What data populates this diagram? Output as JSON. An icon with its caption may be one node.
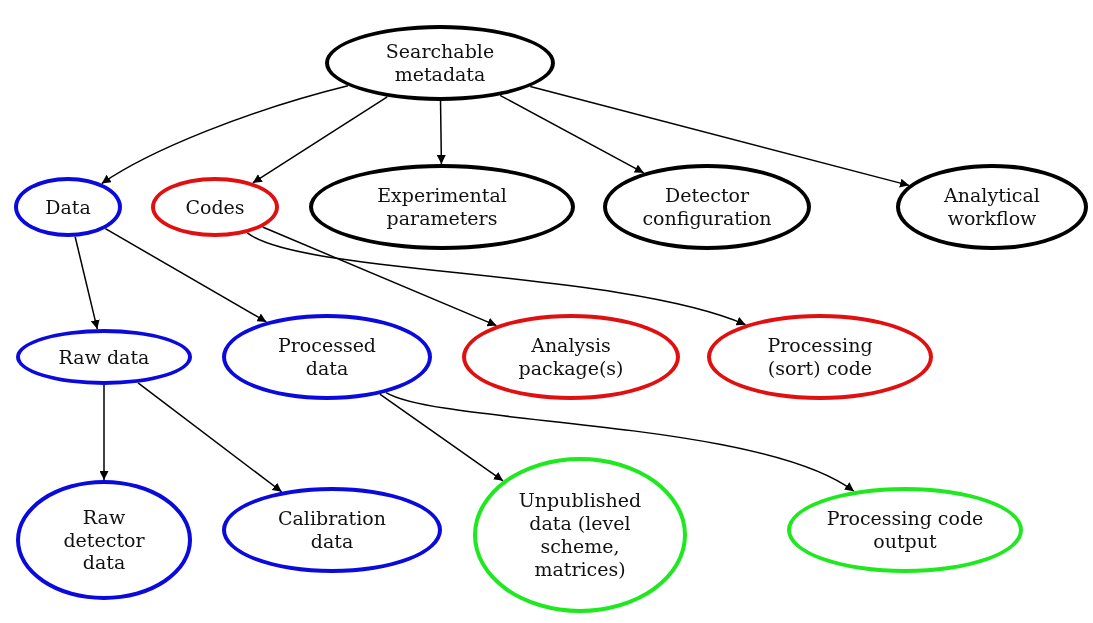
{
  "diagram": {
    "nodes": [
      {
        "text": [
          "Searchable metadata"
        ]
      },
      {
        "text": [
          "Data"
        ]
      },
      {
        "text": [
          "Codes"
        ]
      },
      {
        "text": [
          "Experimental parameters"
        ]
      },
      {
        "text": [
          "Detector configuration"
        ]
      },
      {
        "text": [
          "Analytical workflow"
        ]
      },
      {
        "text": [
          "Raw data"
        ]
      },
      {
        "text": [
          "Processed data"
        ]
      },
      {
        "text": [
          "Analysis package(s)"
        ]
      },
      {
        "text": [
          "Processing (sort) code"
        ]
      },
      {
        "text": [
          "Raw detector data"
        ]
      },
      {
        "text": [
          "Calibration data"
        ]
      },
      {
        "text": [
          "Unpublished data (level scheme, matrices)"
        ]
      },
      {
        "text": [
          "Processing code output"
        ]
      }
    ],
    "edges": [
      {
        "from": 0,
        "to": 1,
        "arrow": "to"
      },
      {
        "from": 0,
        "to": 2,
        "arrow": "to"
      },
      {
        "from": 0,
        "to": 3,
        "arrow": "to"
      },
      {
        "from": 0,
        "to": 4,
        "arrow": "to"
      },
      {
        "from": 0,
        "to": 5,
        "arrow": "to"
      },
      {
        "from": 1,
        "to": 6,
        "arrow": "to"
      },
      {
        "from": 1,
        "to": 7,
        "arrow": "to"
      },
      {
        "from": 2,
        "to": 8,
        "arrow": "to"
      },
      {
        "from": 2,
        "to": 9,
        "arrow": "to"
      },
      {
        "from": 6,
        "to": 10,
        "arrow": "to"
      },
      {
        "from": 6,
        "to": 11,
        "arrow": "to"
      },
      {
        "from": 7,
        "to": 12,
        "arrow": "to"
      },
      {
        "from": 7,
        "to": 13,
        "arrow": "to"
      }
    ]
  }
}
